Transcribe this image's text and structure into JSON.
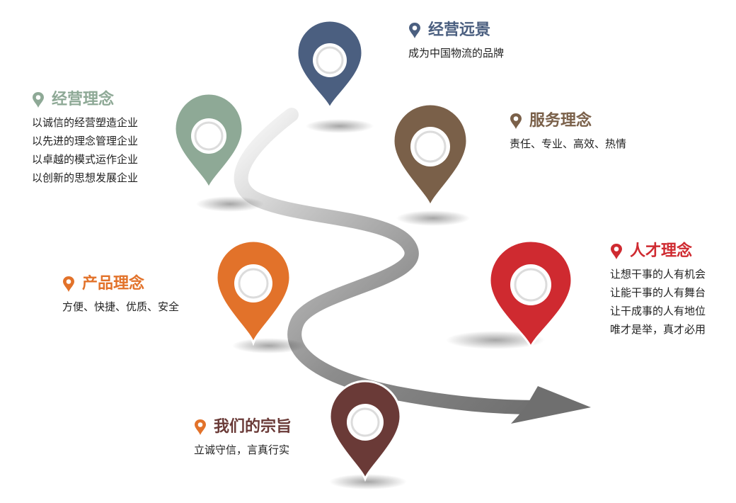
{
  "colors": {
    "vision": "#4b5f80",
    "management": "#8ea996",
    "service": "#7a6049",
    "talent": "#cf2a30",
    "product": "#e2722a",
    "purpose": "#6a3a37",
    "road": "#8a8a8a"
  },
  "sections": {
    "vision": {
      "title": "经营远景",
      "lines": [
        "成为中国物流的品牌"
      ]
    },
    "management": {
      "title": "经营理念",
      "lines": [
        "以诚信的经营塑造企业",
        "以先进的理念管理企业",
        "以卓越的模式运作企业",
        "以创新的思想发展企业"
      ]
    },
    "service": {
      "title": "服务理念",
      "lines": [
        "责任、专业、高效、热情"
      ]
    },
    "talent": {
      "title": "人才理念",
      "lines": [
        "让想干事的人有机会",
        "让能干事的人有舞台",
        "让干成事的人有地位",
        "唯才是举，真才必用"
      ]
    },
    "product": {
      "title": "产品理念",
      "lines": [
        "方便、快捷、优质、安全"
      ]
    },
    "purpose": {
      "title": "我们的宗旨",
      "lines": [
        "立诚守信，言真行实"
      ]
    }
  },
  "icons": {
    "pin": "map-pin-icon",
    "road": "winding-road-arrow"
  }
}
